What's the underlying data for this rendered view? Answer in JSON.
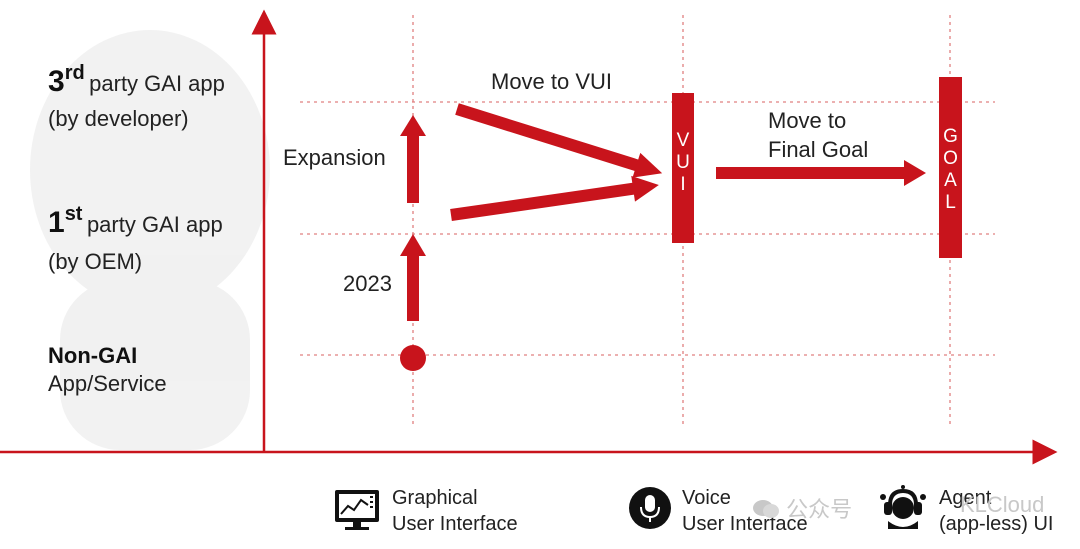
{
  "rows": {
    "third_party": {
      "number": "3",
      "suffix": "rd",
      "text": "party GAI app",
      "sub": "(by developer)"
    },
    "first_party": {
      "number": "1",
      "suffix": "st",
      "text": "party GAI app",
      "sub": "(by OEM)"
    },
    "non_gai": {
      "title": "Non-GAI",
      "sub": "App/Service"
    }
  },
  "annotations": {
    "expansion": "Expansion",
    "year": "2023",
    "move_to_vui": "Move to VUI",
    "move_to_final_line1": "Move to",
    "move_to_final_line2": "Final Goal"
  },
  "bars": {
    "vui_letters": [
      "V",
      "U",
      "I"
    ],
    "goal_letters": [
      "G",
      "O",
      "A",
      "L"
    ]
  },
  "legend": {
    "gui": {
      "line1": "Graphical",
      "line2": "User Interface",
      "icon": "monitor-chart-icon"
    },
    "vui": {
      "line1": "Voice",
      "line2": "User Interface",
      "icon": "microphone-icon"
    },
    "agent": {
      "line1": "Agent",
      "line2": "(app-less) UI",
      "icon": "headset-agent-icon"
    }
  },
  "watermark": {
    "prefix": "公众号",
    "name": "KLCloud"
  },
  "colors": {
    "accent": "#c8141c",
    "grid": "#e08080",
    "text": "#222222"
  }
}
